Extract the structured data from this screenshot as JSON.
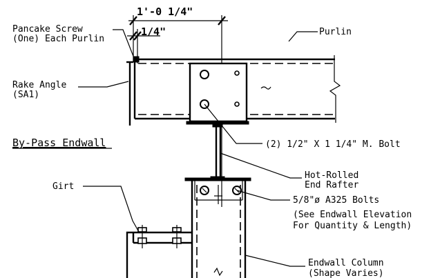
{
  "dimensions": {
    "overall": "1'-0 1/4\"",
    "small": "1/4\""
  },
  "labels": {
    "pancake_screw_1": "Pancake Screw",
    "pancake_screw_2": "(One) Each Purlin",
    "purlin": "Purlin",
    "rake_angle_1": "Rake Angle",
    "rake_angle_2": "(SA1)",
    "bypass_endwall": "By-Pass Endwall",
    "bolt": "(2) 1/2\" X 1 1/4\" M. Bolt",
    "hot_rolled_1": "Hot-Rolled",
    "hot_rolled_2": "End Rafter",
    "girt": "Girt",
    "a325_1": "5/8\"ø A325 Bolts",
    "a325_2": "(See Endwall Elevation",
    "a325_3": "For Quantity & Length)",
    "endwall_col_1": "Endwall Column",
    "endwall_col_2": "(Shape Varies)"
  }
}
